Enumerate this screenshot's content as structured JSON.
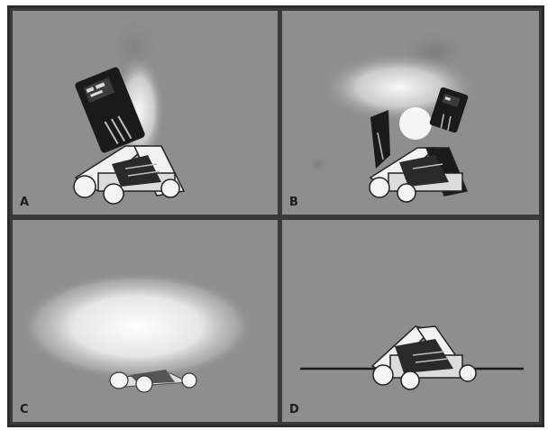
{
  "panels": [
    {
      "id": "A",
      "label": "A",
      "background": "#8e8e8e"
    },
    {
      "id": "B",
      "label": "B",
      "background": "#8e8e8e"
    },
    {
      "id": "C",
      "label": "C",
      "background": "#8e8e8e"
    },
    {
      "id": "D",
      "label": "D",
      "background": "#8e8e8e"
    }
  ],
  "colors": {
    "panel_bg": "#8e8e8e",
    "divider": "#3a3a3a",
    "log_fill": "#f4f4f4",
    "log_shade": "#2a2a2a",
    "device": "#1a1a1a",
    "glow": "#ffffff",
    "ground_line": "#1a1a1a"
  }
}
